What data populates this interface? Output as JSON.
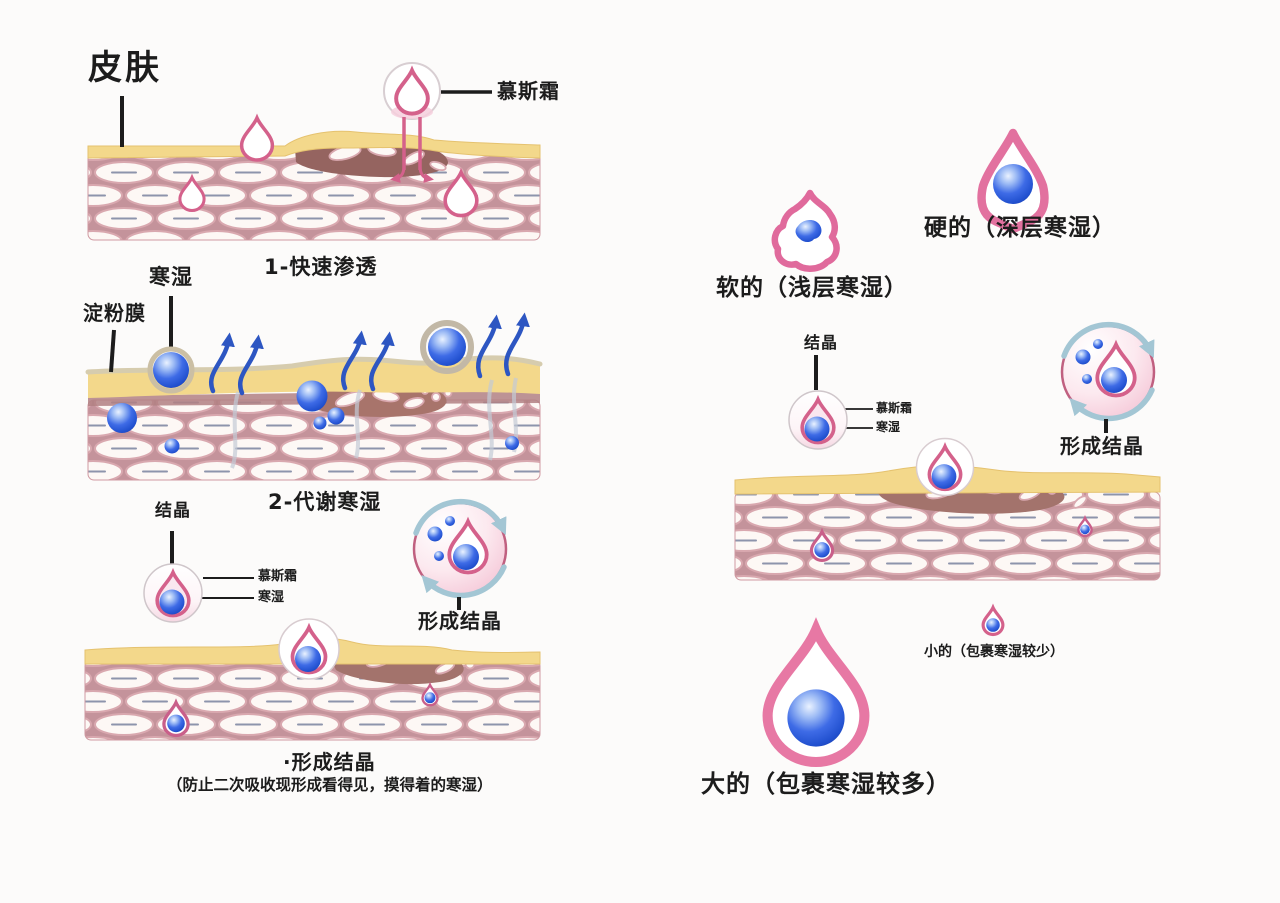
{
  "labels": {
    "skin": "皮肤",
    "mousse": "慕斯霜",
    "step1": "1-快速渗透",
    "cold_damp": "寒湿",
    "starch_film": "淀粉膜",
    "step2": "2-代谢寒湿",
    "crystal": "结晶",
    "form_crystal": "形成结晶",
    "form_crystal_caption": "·形成结晶",
    "form_crystal_note": "（防止二次吸收现形成看得见，摸得着的寒湿）",
    "soft": "软的（浅层寒湿）",
    "hard": "硬的（深层寒湿）",
    "small_drop": "小的（包裹寒湿较少）",
    "large_drop": "大的（包裹寒湿较多）"
  },
  "colors": {
    "drop_pink": "#d4618b",
    "big_drop_pink": "#e778a4",
    "sphere_blue": "#2553d6",
    "arrow_blue": "#2d56c2",
    "rotation_arrow": "#a3c6d4",
    "epidermis_yellow": "#f3d88b",
    "starch_beige": "#d6ccae",
    "tissue_mauve": "#c4939b",
    "cell_white": "#fdf8f5",
    "text_black": "#1c1c1c"
  }
}
